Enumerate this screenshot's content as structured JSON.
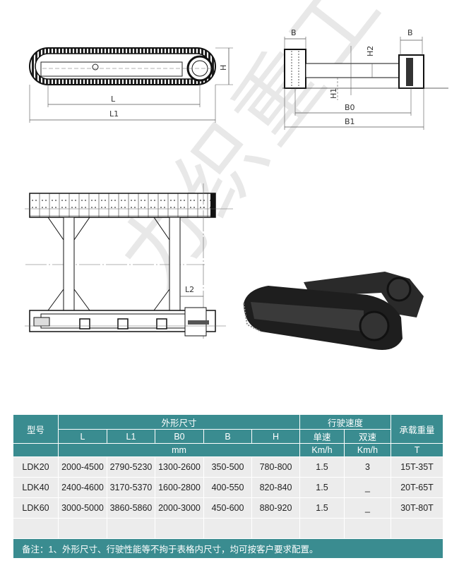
{
  "watermark": "力织重工",
  "drawings": {
    "side_view": {
      "H": "H",
      "L": "L",
      "L1": "L1"
    },
    "front_view": {
      "B_left": "B",
      "B_right": "B",
      "H1": "H1",
      "H2": "H2",
      "B0": "B0",
      "B1": "B1"
    },
    "plan_view": {
      "L2": "L2"
    }
  },
  "table": {
    "model_header": "型号",
    "dimensions_header": "外形尺寸",
    "speed_header": "行驶速度",
    "load_header": "承载重量",
    "dim_columns": [
      "L",
      "L1",
      "B0",
      "B",
      "H"
    ],
    "speed_columns": [
      "单速",
      "双速"
    ],
    "units": {
      "dimensions": "mm",
      "single_speed": "Km/h",
      "double_speed": "Km/h",
      "load": "T"
    },
    "rows": [
      {
        "model": "LDK20",
        "L": "2000-4500",
        "L1": "2790-5230",
        "B0": "1300-2600",
        "B": "350-500",
        "H": "780-800",
        "single": "1.5",
        "double": "3",
        "load": "15T-35T"
      },
      {
        "model": "LDK40",
        "L": "2400-4600",
        "L1": "3170-5370",
        "B0": "1600-2800",
        "B": "400-550",
        "H": "820-840",
        "single": "1.5",
        "double": "_",
        "load": "20T-65T"
      },
      {
        "model": "LDK60",
        "L": "3000-5000",
        "L1": "3860-5860",
        "B0": "2000-3000",
        "B": "450-600",
        "H": "880-920",
        "single": "1.5",
        "double": "_",
        "load": "30T-80T"
      }
    ],
    "note": "备注：1、外形尺寸、行驶性能等不拘于表格内尺寸，均可按客户要求配置。"
  }
}
